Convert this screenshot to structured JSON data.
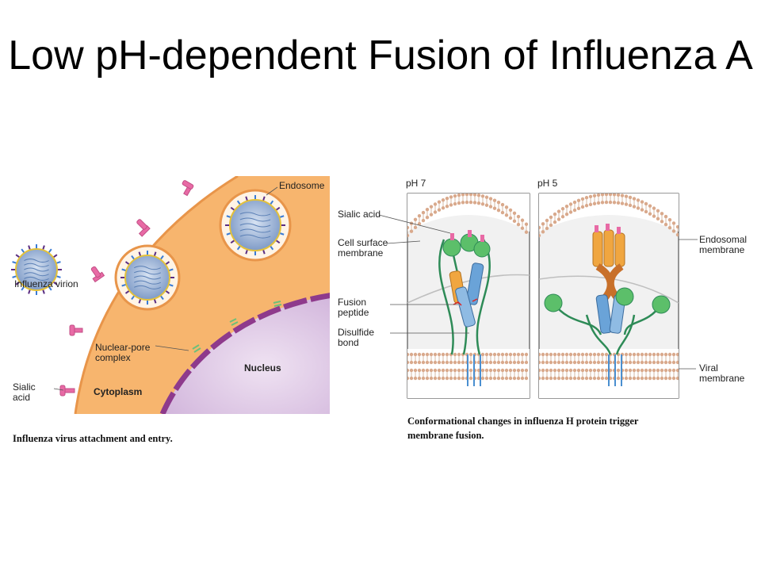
{
  "title": "Low pH-dependent Fusion of Influenza A",
  "left_figure": {
    "labels": {
      "endosome": "Endosome",
      "influenza_virion": "Influenza virion",
      "nuclear_pore_complex_1": "Nuclear-pore",
      "nuclear_pore_complex_2": "complex",
      "nucleus": "Nucleus",
      "sialic_acid_1": "Sialic",
      "sialic_acid_2": "acid",
      "cytoplasm": "Cytoplasm"
    },
    "caption": "Influenza virus attachment and entry."
  },
  "right_figure": {
    "panel_ph7": "pH 7",
    "panel_ph5": "pH 5",
    "labels": {
      "sialic_acid": "Sialic acid",
      "cell_surface_membrane_1": "Cell surface",
      "cell_surface_membrane_2": "membrane",
      "fusion_peptide_1": "Fusion",
      "fusion_peptide_2": "peptide",
      "disulfide_bond_1": "Disulfide",
      "disulfide_bond_2": "bond",
      "endosomal_membrane_1": "Endosomal",
      "endosomal_membrane_2": "membrane",
      "viral_membrane_1": "Viral",
      "viral_membrane_2": "membrane"
    },
    "caption_line1": "Conformational changes in influenza H protein trigger",
    "caption_line2": "membrane fusion."
  },
  "colors": {
    "cytoplasm": "#f7b56e",
    "nucleus": "#dcc6e2",
    "nuclear_envelope": "#8e3a8c",
    "membrane_head": "#d9a98c",
    "virion_core": "#9fb6d8",
    "hemagglutinin": "#e86aa5",
    "globe": "#5cbf6a",
    "helix_blue": "#6aa3d8",
    "helix_orange": "#f0a640",
    "stalk": "#2e8b57"
  }
}
